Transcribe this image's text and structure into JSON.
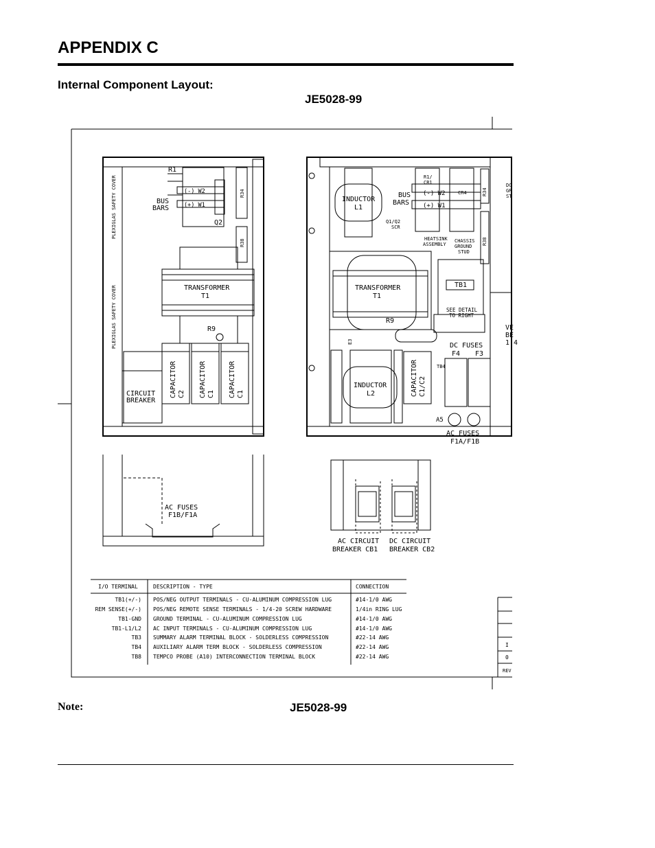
{
  "page": {
    "heading": "APPENDIX C",
    "subheading": "Internal Component Layout:",
    "model_top": "JE5028-99",
    "note_label": "Note:",
    "model_bottom": "JE5028-99"
  },
  "drawing": {
    "left_view": {
      "r1": "R1",
      "bus_bars": [
        "BUS",
        "BARS"
      ],
      "w2": "(-) W2",
      "w1": "(+) W1",
      "q2": "Q2",
      "r34": "R34",
      "r38": "R38",
      "cover_top": "PLEXIGLAS SAFETY COVER",
      "cover_bottom": "PLEXIGLAS SAFETY COVER",
      "transformer": [
        "TRANSFORMER",
        "T1"
      ],
      "r9": "R9",
      "capacitors": [
        [
          "CAPACITOR",
          "C2"
        ],
        [
          "CAPACITOR",
          "C1"
        ],
        [
          "CAPACITOR",
          "C1"
        ]
      ],
      "circuit_breaker": [
        "CIRCUIT",
        "BREAKER"
      ]
    },
    "right_view": {
      "inductor_l1": [
        "INDUCTOR",
        "L1"
      ],
      "bus_bars": [
        "BUS",
        "BARS"
      ],
      "r1_cr1": [
        "R1/",
        "CR1"
      ],
      "cr4": "CR4",
      "w2": "(-) W2",
      "w1": "(+) W1",
      "q1_q2_scr": [
        "Q1/Q2",
        "SCR"
      ],
      "heatsink": [
        "HEATSINK",
        "ASSEMBLY"
      ],
      "chassis_ground": [
        "CHASSIS",
        "GROUND",
        "STUD"
      ],
      "r34": "R34",
      "r38": "R38",
      "transformer": [
        "TRANSFORMER",
        "T1"
      ],
      "tb1": "TB1",
      "see_detail": [
        "SEE DETAIL",
        "TO RIGHT"
      ],
      "r9": "R9",
      "inductor_l2": [
        "INDUCTOR",
        "L2"
      ],
      "capacitor": [
        "CAPACITOR",
        "C1/C2"
      ],
      "dc_fuses": [
        "DC FUSES",
        "F4",
        "F3"
      ],
      "tb4": "TB4",
      "a5": "A5",
      "ac_fuses": [
        "AC FUSES",
        "F1A/F1B"
      ],
      "e3": "E3",
      "edge_dc": [
        "DC",
        "GR",
        "ST"
      ],
      "edge_v": [
        "VE",
        "BE",
        "1.4"
      ]
    },
    "bottom_left_view": {
      "ac_fuses": [
        "AC FUSES",
        "F1B/F1A"
      ]
    },
    "breakers_view": {
      "ac_breaker": [
        "AC CIRCUIT",
        "BREAKER CB1"
      ],
      "dc_breaker": [
        "DC CIRCUIT",
        "BREAKER CB2"
      ]
    }
  },
  "terminal_table": {
    "headers": [
      "I/O TERMINAL",
      "DESCRIPTION - TYPE",
      "CONNECTION"
    ],
    "rows": [
      [
        "TB1(+/-)",
        "POS/NEG OUTPUT TERMINALS - CU-ALUMINUM COMPRESSION LUG",
        "#14-1/0 AWG"
      ],
      [
        "REM SENSE(+/-)",
        "POS/NEG REMOTE SENSE TERMINALS - 1/4-20 SCREW HARDWARE",
        "1/4in RING LUG"
      ],
      [
        "TB1-GND",
        "GROUND TERMINAL - CU-ALUMINUM COMPRESSION LUG",
        "#14-1/0 AWG"
      ],
      [
        "TB1-L1/L2",
        "AC INPUT TERMINALS - CU-ALUMINUM COMPRESSION LUG",
        "#14-1/0 AWG"
      ],
      [
        "TB3",
        "SUMMARY ALARM TERMINAL BLOCK - SOLDERLESS COMPRESSION",
        "#22-14 AWG"
      ],
      [
        "TB4",
        "AUXILIARY ALARM TERM BLOCK - SOLDERLESS COMPRESSION",
        "#22-14 AWG"
      ],
      [
        "TB8",
        "TEMPCO PROBE (A10) INTERCONNECTION TERMINAL BLOCK",
        "#22-14 AWG"
      ]
    ]
  },
  "title_block": {
    "rows": [
      "I",
      "0",
      "REV"
    ]
  }
}
